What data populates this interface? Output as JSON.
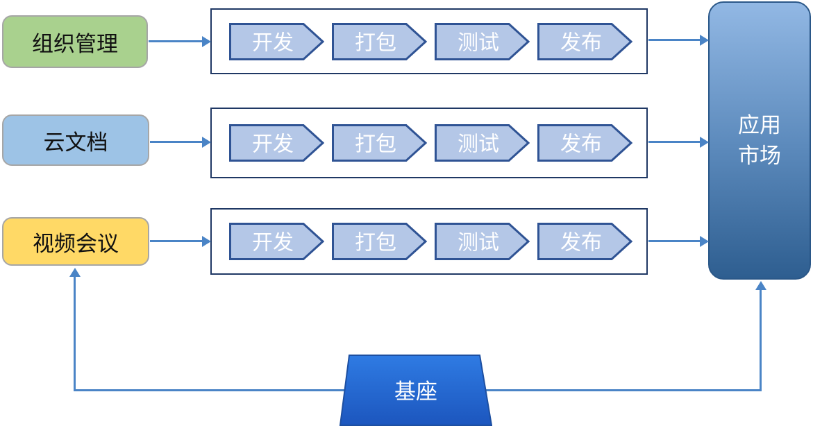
{
  "diagram": {
    "left_nodes": [
      {
        "id": "org",
        "label": "组织管理",
        "fill": "#A9D18E",
        "border": "#A6A6A6"
      },
      {
        "id": "docs",
        "label": "云文档",
        "fill": "#9DC3E6",
        "border": "#A6A6A6"
      },
      {
        "id": "meeting",
        "label": "视频会议",
        "fill": "#FFD966",
        "border": "#A6A6A6"
      }
    ],
    "pipeline_stages": [
      "开发",
      "打包",
      "测试",
      "发布"
    ],
    "pipeline_style": {
      "chevron_fill": "#B4C7E7",
      "chevron_border": "#2F5394",
      "container_border": "#1F3864",
      "text_color": "#FFFFFF"
    },
    "market_node": {
      "label_line1": "应用",
      "label_line2": "市场",
      "gradient_top": "#92B8E4",
      "gradient_bottom": "#2E5E90",
      "border": "#2A5788"
    },
    "base_node": {
      "label": "基座",
      "gradient_top": "#2F7BE3",
      "gradient_bottom": "#1C56BE",
      "border": "#1D4FA1"
    },
    "connector_color": "#4A84C6"
  }
}
